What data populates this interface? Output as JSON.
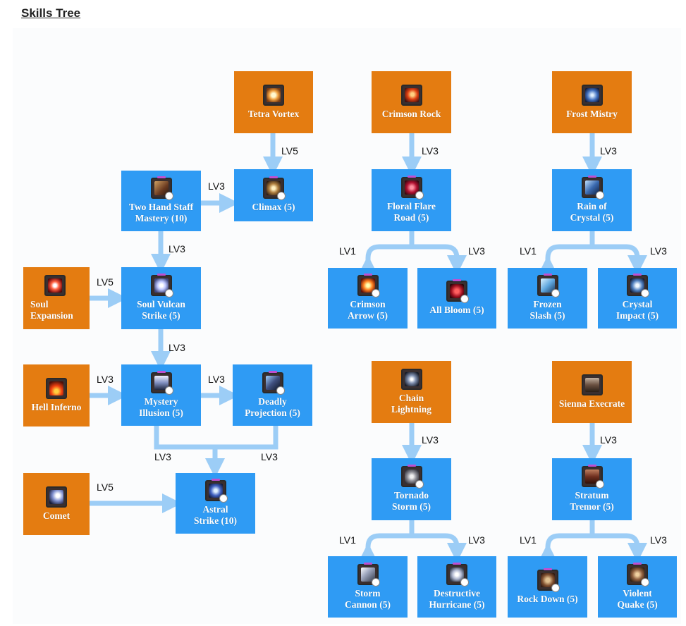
{
  "page_title": "Skills Tree",
  "colors": {
    "passive_node": "#e47c11",
    "active_node": "#2f9bf4",
    "connector": "#9ccdf6"
  },
  "nodes": {
    "tetra_vortex": {
      "label": "Tetra Vortex",
      "icon": "tetra-vortex-icon"
    },
    "crimson_rock": {
      "label": "Crimson Rock",
      "icon": "crimson-rock-icon"
    },
    "frost_mistry": {
      "label": "Frost Mistry",
      "icon": "frost-mistry-icon"
    },
    "climax": {
      "label": "Climax (5)",
      "icon": "climax-icon"
    },
    "two_hand_staff_mastery": {
      "label": "Two Hand Staff\nMastery (10)",
      "icon": "two-hand-staff-mastery-icon"
    },
    "floral_flare_road": {
      "label": "Floral Flare\nRoad (5)",
      "icon": "floral-flare-road-icon"
    },
    "rain_of_crystal": {
      "label": "Rain of\nCrystal (5)",
      "icon": "rain-of-crystal-icon"
    },
    "soul_expansion": {
      "label": "Soul\nExpansion",
      "icon": "soul-expansion-icon"
    },
    "soul_vulcan_strike": {
      "label": "Soul Vulcan\nStrike (5)",
      "icon": "soul-vulcan-strike-icon"
    },
    "crimson_arrow": {
      "label": "Crimson\nArrow (5)",
      "icon": "crimson-arrow-icon"
    },
    "all_bloom": {
      "label": "All Bloom (5)",
      "icon": "all-bloom-icon"
    },
    "frozen_slash": {
      "label": "Frozen\nSlash (5)",
      "icon": "frozen-slash-icon"
    },
    "crystal_impact": {
      "label": "Crystal\nImpact (5)",
      "icon": "crystal-impact-icon"
    },
    "hell_inferno": {
      "label": "Hell Inferno",
      "icon": "hell-inferno-icon"
    },
    "mystery_illusion": {
      "label": "Mystery\nIllusion (5)",
      "icon": "mystery-illusion-icon"
    },
    "deadly_projection": {
      "label": "Deadly\nProjection (5)",
      "icon": "deadly-projection-icon"
    },
    "chain_lightning": {
      "label": "Chain\nLightning",
      "icon": "chain-lightning-icon"
    },
    "sienna_execrate": {
      "label": "Sienna Execrate",
      "icon": "sienna-execrate-icon"
    },
    "comet": {
      "label": "Comet",
      "icon": "comet-icon"
    },
    "astral_strike": {
      "label": "Astral\nStrike (10)",
      "icon": "astral-strike-icon"
    },
    "tornado_storm": {
      "label": "Tornado\nStorm (5)",
      "icon": "tornado-storm-icon"
    },
    "stratum_tremor": {
      "label": "Stratum\nTremor (5)",
      "icon": "stratum-tremor-icon"
    },
    "storm_cannon": {
      "label": "Storm\nCannon (5)",
      "icon": "storm-cannon-icon"
    },
    "destructive_hurricane": {
      "label": "Destructive\nHurricane (5)",
      "icon": "destructive-hurricane-icon"
    },
    "rock_down": {
      "label": "Rock Down (5)",
      "icon": "rock-down-icon"
    },
    "violent_quake": {
      "label": "Violent\nQuake (5)",
      "icon": "violent-quake-icon"
    }
  },
  "levels": {
    "tetra_to_climax": "LV5",
    "mastery_to_climax": "LV3",
    "mastery_to_vulcan": "LV3",
    "soul_to_vulcan": "LV5",
    "vulcan_to_mystery": "LV3",
    "hell_to_mystery": "LV3",
    "mystery_to_deadly": "LV3",
    "mystery_to_astral": "LV3",
    "deadly_to_astral": "LV3",
    "comet_to_astral": "LV5",
    "crimson_to_floral": "LV3",
    "floral_to_carrow": "LV1",
    "floral_to_allbloom": "LV3",
    "frost_to_rain": "LV3",
    "rain_to_frozen": "LV1",
    "rain_to_crystal": "LV3",
    "chain_to_tornado": "LV3",
    "tornado_to_storm": "LV1",
    "tornado_to_destr": "LV3",
    "sienna_to_stratum": "LV3",
    "stratum_to_rock": "LV1",
    "stratum_to_violent": "LV3"
  }
}
